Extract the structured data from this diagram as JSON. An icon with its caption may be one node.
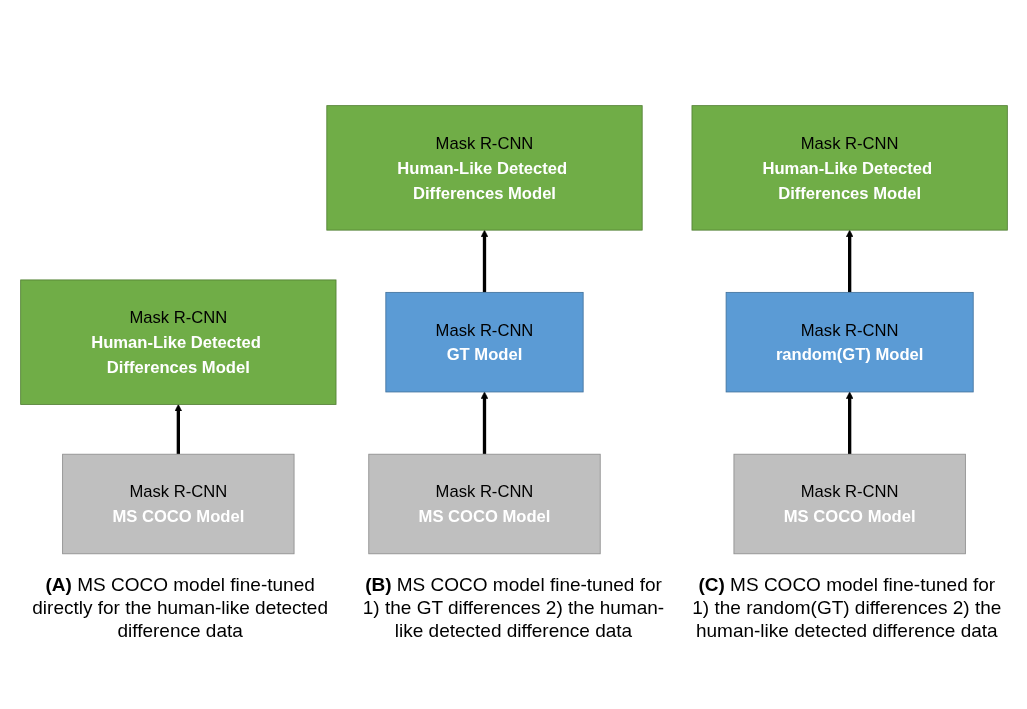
{
  "diagram": {
    "nodes": [
      {
        "text": [
          "Mask R-CNN",
          "Human-Like Detected Differences Model"
        ]
      },
      {
        "text": [
          "Mask R-CNN",
          "MS COCO Model"
        ]
      },
      {
        "text": [
          "Mask R-CNN",
          "Human-Like Detected Differences Model"
        ]
      },
      {
        "text": [
          "Mask R-CNN",
          "GT Model"
        ]
      },
      {
        "text": [
          "Mask R-CNN",
          "MS COCO Model"
        ]
      },
      {
        "text": [
          "Mask R-CNN",
          "Human-Like Detected Differences Model"
        ]
      },
      {
        "text": [
          "Mask R-CNN",
          "random(GT) Model"
        ]
      },
      {
        "text": [
          "Mask R-CNN",
          "MS COCO Model"
        ]
      }
    ],
    "edges": [
      {
        "from": 1,
        "to": 0,
        "arrow": "to"
      },
      {
        "from": 4,
        "to": 3,
        "arrow": "to"
      },
      {
        "from": 3,
        "to": 2,
        "arrow": "to"
      },
      {
        "from": 7,
        "to": 6,
        "arrow": "to"
      },
      {
        "from": 6,
        "to": 5,
        "arrow": "to"
      }
    ],
    "labels": [
      "**(A)** MS COCO model fine-tuned directly for the human-like detected difference data",
      "**(B)** MS COCO model fine-tuned for 1) the GT differences 2) the human-like detected difference data",
      "**(C)** MS COCO model fine-tuned for 1) the random(GT) differences 2) the human-like detected difference data"
    ]
  }
}
